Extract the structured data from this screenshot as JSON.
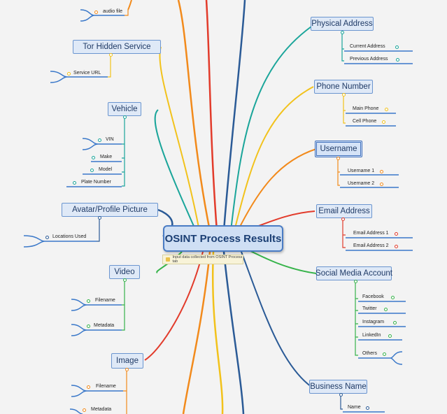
{
  "central": "OSINT Process Results",
  "note": "Input data collected from OSINT Process tab",
  "nodes": {
    "physical_address": "Physical Address",
    "phone_number": "Phone Number",
    "username": "Username",
    "email_address": "Email Address",
    "social_media_account": "Social Media Account",
    "business_name": "Business Name",
    "tor_hidden_service": "Tor Hidden Service",
    "vehicle": "Vehicle",
    "avatar_profile_picture": "Avatar/Profile Picture",
    "video": "Video",
    "image": "Image"
  },
  "leaves": {
    "audio_file": "audio file",
    "current_address": "Current Address",
    "previous_address": "Previous Address",
    "main_phone": "Main Phone",
    "cell_phone": "Cell Phone",
    "username_1": "Username 1",
    "username_2": "Username 2",
    "email_address_1": "Email Address 1",
    "email_address_2": "Email Address 2",
    "facebook": "Facebook",
    "twitter": "Twitter",
    "instagram": "Instagram",
    "linkedin": "LinkedIn",
    "others": "Others",
    "name": "Name",
    "service_url": "Service URL",
    "vin": "VIN",
    "make": "Make",
    "model": "Model",
    "plate_number": "Plate Number",
    "locations_used": "Locations Used",
    "video_filename": "Filename",
    "video_metadata": "Metadata",
    "image_filename": "Filename",
    "image_metadata": "Metadata"
  },
  "colors": {
    "teal": "#1aa59a",
    "yellow": "#f2c21b",
    "orange": "#f28a1b",
    "red": "#e23b2b",
    "green": "#36b34a",
    "blue": "#3a78c9",
    "navy": "#2a5a96"
  }
}
